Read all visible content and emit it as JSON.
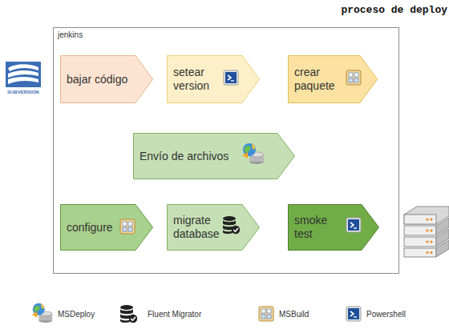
{
  "diagram": {
    "title": "proceso de deploy",
    "nodes": [
      {
        "text": [
          "jenkins"
        ]
      },
      {
        "text": [
          "bajar código"
        ],
        "in": 0
      },
      {
        "text": [
          "setear version"
        ],
        "in": 0
      },
      {
        "text": [
          "crear paquete"
        ],
        "in": 0
      },
      {
        "text": [
          "Envío de archivos"
        ],
        "in": 0
      },
      {
        "text": [
          "configure"
        ],
        "in": 0
      },
      {
        "text": [
          "migrate database"
        ],
        "in": 0
      },
      {
        "text": [
          "smoke test"
        ],
        "in": 0
      }
    ],
    "labels": [
      "SUBVERSION"
    ],
    "legend": [
      {
        "text": "MSDeploy"
      },
      {
        "text": "Fluent Migrator"
      },
      {
        "text": "MSBuild"
      },
      {
        "text": "Powershell"
      }
    ]
  }
}
